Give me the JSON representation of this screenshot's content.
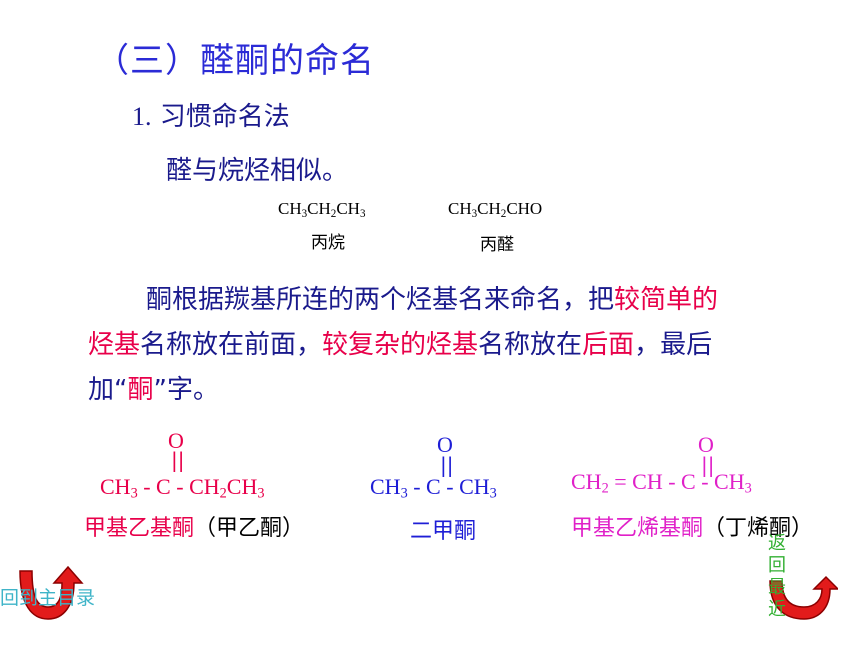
{
  "title": "（三）醛酮的命名",
  "section": {
    "number": "1.",
    "heading": "习惯命名法"
  },
  "aldehyde_intro": "醛与烷烃相似。",
  "examples": [
    {
      "formula": [
        "CH",
        "3",
        "CH",
        "2",
        "CH",
        "3"
      ],
      "name": "丙烷"
    },
    {
      "formula": [
        "CH",
        "3",
        "CH",
        "2",
        "CHO"
      ],
      "name": "丙醛"
    }
  ],
  "ketone_rule": {
    "p1": "酮根据羰基所连的两个烃基名来命名，把",
    "r1": "较简单的",
    "r2": "烃基",
    "p2": "名称放在前面，",
    "r3": "较复杂的烃基",
    "p3": "名称放在",
    "r4": "后面",
    "p4": "，最后",
    "p5": "加“",
    "r5": "酮",
    "p6": "”字。"
  },
  "ketones": [
    {
      "oxygen": "O",
      "double_bond": "||",
      "formula": {
        "a": "CH",
        "a_sub": "3",
        "d1": " - ",
        "c": "C",
        "d2": " - ",
        "b": "CH",
        "b_sub": "2",
        "b2": "CH",
        "b2_sub": "3"
      },
      "name": "甲基乙基酮",
      "alt_name": "（甲乙酮）",
      "color": "#e8004a"
    },
    {
      "oxygen": "O",
      "double_bond": "||",
      "formula": {
        "a": "CH",
        "a_sub": "3",
        "d1": " - ",
        "c": "C",
        "d2": " - ",
        "b": "CH",
        "b_sub": "3"
      },
      "name": "二甲酮",
      "color": "#1e1ed6"
    },
    {
      "oxygen": "O",
      "double_bond": "||",
      "formula": {
        "a": "CH",
        "a_sub": "2",
        "eq": " = ",
        "m": "CH",
        "d1": " - ",
        "c": "C",
        "d2": " - ",
        "b": "CH",
        "b_sub": "3"
      },
      "name": "甲基乙烯基酮",
      "alt_name": "（丁烯酮）",
      "color": "#e020c8"
    }
  ],
  "nav": {
    "home_label": "回到主目录",
    "back_label": "返回最近",
    "arrow_color": "#e21b1b"
  }
}
